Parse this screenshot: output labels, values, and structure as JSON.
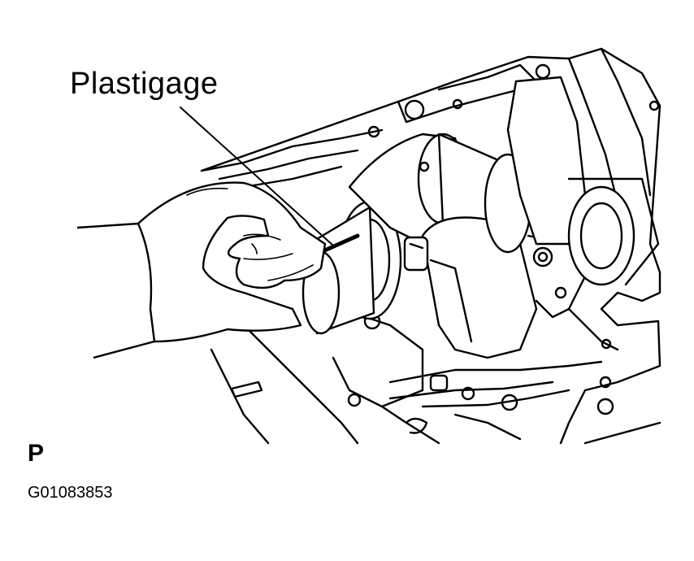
{
  "figure": {
    "callout_label": "Plastigage",
    "view_marker": "P",
    "figure_code": "G01083853"
  },
  "colors": {
    "ink": "#000000",
    "background": "#ffffff"
  }
}
